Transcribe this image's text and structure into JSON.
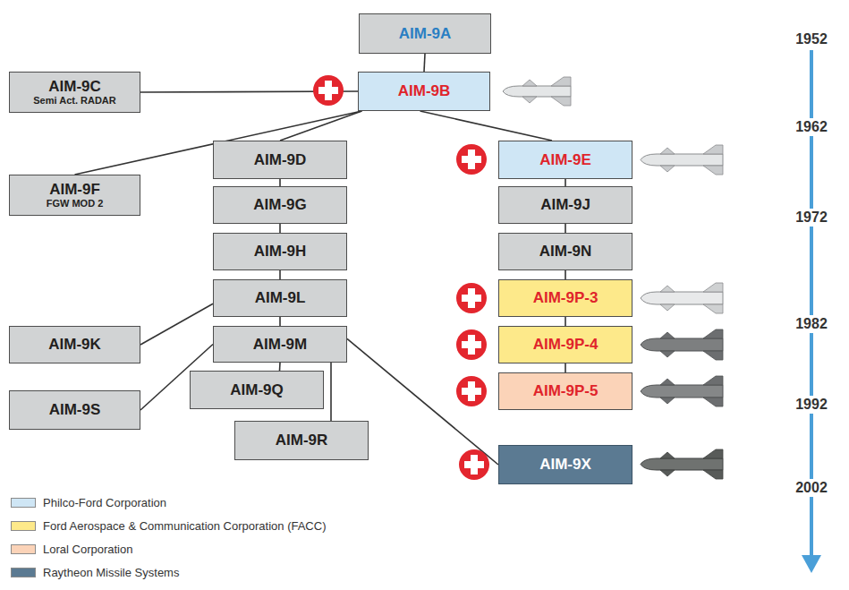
{
  "diagram": {
    "nodes": [
      {
        "text": [
          "AIM-9A"
        ]
      },
      {
        "text": [
          "AIM-9C",
          "Semi Act. RADAR"
        ]
      },
      {
        "text": [
          "AIM-9B"
        ]
      },
      {
        "text": [
          "AIM-9D"
        ]
      },
      {
        "text": [
          "AIM-9E"
        ]
      },
      {
        "text": [
          "AIM-9F",
          "FGW MOD 2"
        ]
      },
      {
        "text": [
          "AIM-9G"
        ]
      },
      {
        "text": [
          "AIM-9J"
        ]
      },
      {
        "text": [
          "AIM-9H"
        ]
      },
      {
        "text": [
          "AIM-9N"
        ]
      },
      {
        "text": [
          "AIM-9L"
        ]
      },
      {
        "text": [
          "AIM-9P-3"
        ]
      },
      {
        "text": [
          "AIM-9K"
        ]
      },
      {
        "text": [
          "AIM-9M"
        ]
      },
      {
        "text": [
          "AIM-9P-4"
        ]
      },
      {
        "text": [
          "AIM-9Q"
        ]
      },
      {
        "text": [
          "AIM-9P-5"
        ]
      },
      {
        "text": [
          "AIM-9S"
        ]
      },
      {
        "text": [
          "AIM-9R"
        ]
      },
      {
        "text": [
          "AIM-9X"
        ]
      }
    ],
    "edges": [
      {
        "from": 0,
        "to": 2,
        "arrow": "none"
      },
      {
        "from": 2,
        "to": 1,
        "arrow": "none"
      },
      {
        "from": 2,
        "to": 3,
        "arrow": "none"
      },
      {
        "from": 2,
        "to": 5,
        "arrow": "none"
      },
      {
        "from": 2,
        "to": 4,
        "arrow": "none"
      },
      {
        "from": 3,
        "to": 6,
        "arrow": "none"
      },
      {
        "from": 6,
        "to": 8,
        "arrow": "none"
      },
      {
        "from": 8,
        "to": 10,
        "arrow": "none"
      },
      {
        "from": 10,
        "to": 12,
        "arrow": "none"
      },
      {
        "from": 10,
        "to": 13,
        "arrow": "none"
      },
      {
        "from": 13,
        "to": 17,
        "arrow": "none"
      },
      {
        "from": 13,
        "to": 15,
        "arrow": "none"
      },
      {
        "from": 13,
        "to": 18,
        "arrow": "none"
      },
      {
        "from": 13,
        "to": 19,
        "arrow": "none"
      },
      {
        "from": 4,
        "to": 7,
        "arrow": "none"
      },
      {
        "from": 7,
        "to": 9,
        "arrow": "none"
      },
      {
        "from": 9,
        "to": 11,
        "arrow": "none"
      },
      {
        "from": 11,
        "to": 14,
        "arrow": "none"
      },
      {
        "from": 14,
        "to": 16,
        "arrow": "none"
      }
    ],
    "labels": [
      "1952",
      "1962",
      "1972",
      "1982",
      "1992",
      "2002"
    ],
    "legend": [
      {
        "text": "Philco-Ford Corporation",
        "color": "#cfe6f5"
      },
      {
        "text": "Ford Aerospace & Communication Corporation (FACC)",
        "color": "#fde98a"
      },
      {
        "text": "Loral Corporation",
        "color": "#fbd3b8"
      },
      {
        "text": "Raytheon Missile Systems",
        "color": "#5b7a92"
      }
    ]
  }
}
